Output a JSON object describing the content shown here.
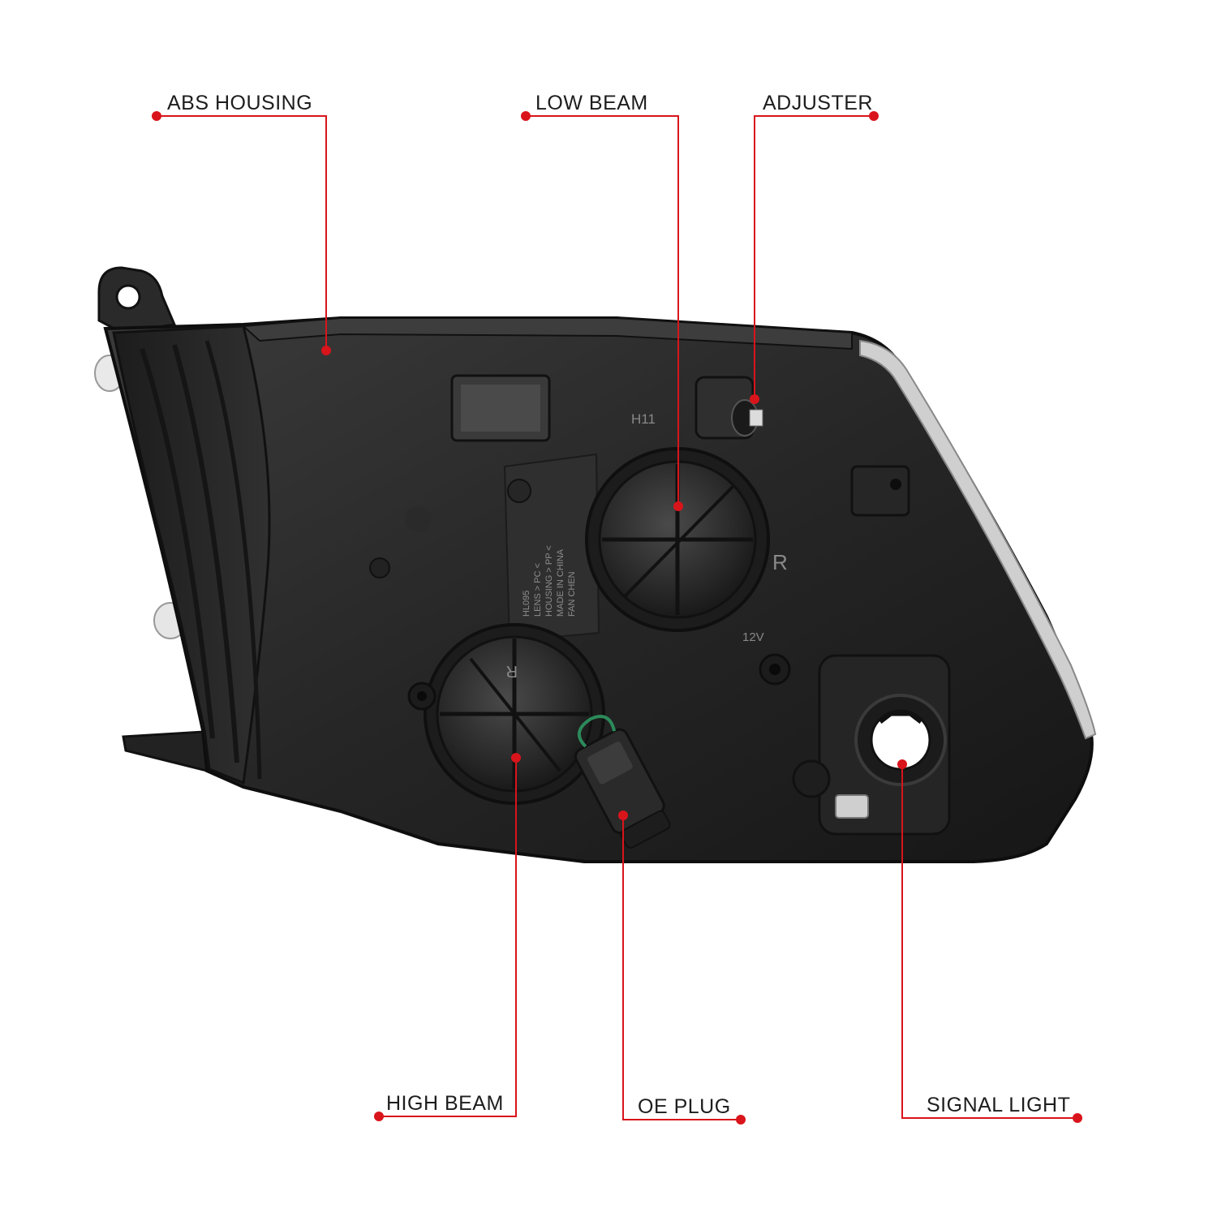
{
  "colors": {
    "callout": "#d9141b",
    "label_text": "#1d1d1d",
    "housing_dark": "#1a1a1a",
    "housing_mid": "#2b2b2b",
    "housing_light": "#3a3a3a",
    "background": "#ffffff"
  },
  "callouts": {
    "abs_housing": "ABS HOUSING",
    "low_beam": "LOW BEAM",
    "adjuster": "ADJUSTER",
    "high_beam": "HIGH BEAM",
    "oe_plug": "OE PLUG",
    "signal_light": "SIGNAL LIGHT"
  },
  "molded_text": {
    "bulb_type": "H11",
    "low_beam_cap": "R",
    "voltage": "12V",
    "high_beam_cap": "R",
    "label_lines": [
      "HL095",
      "LENS > PC <",
      "HOUSING > PP <",
      "MADE IN CHINA",
      "FAN CHEN"
    ]
  }
}
